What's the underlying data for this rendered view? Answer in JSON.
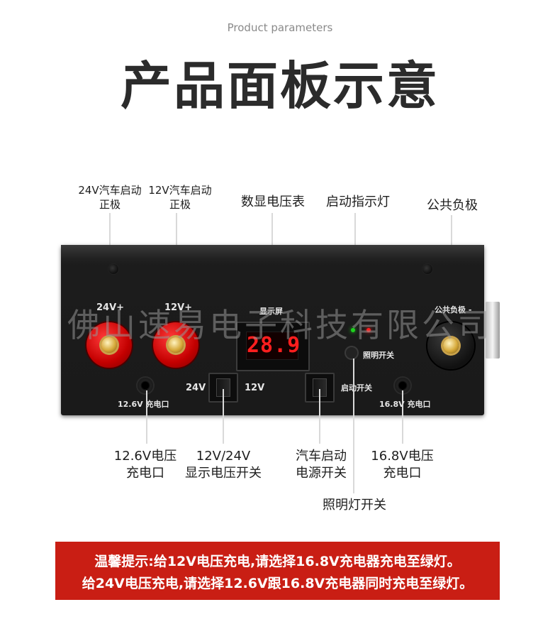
{
  "header": {
    "subtitle": "Product parameters",
    "title": "产品面板示意"
  },
  "callouts": {
    "pos24": {
      "line1": "24V汽车启动",
      "line2": "正极"
    },
    "pos12": {
      "line1": "12V汽车启动",
      "line2": "正极"
    },
    "voltmeter": "数显电压表",
    "start_indicator": "启动指示灯",
    "common_negative": "公共负极",
    "port126": {
      "line1": "12.6V电压",
      "line2": "充电口"
    },
    "display_switch": {
      "line1": "12V/24V",
      "line2": "显示电压开关"
    },
    "start_power": {
      "line1": "汽车启动",
      "line2": "电源开关"
    },
    "port168": {
      "line1": "16.8V电压",
      "line2": "充电口"
    },
    "light_switch": "照明灯开关"
  },
  "panel": {
    "label_24v_pos": "24V+",
    "label_12v_pos": "12V+",
    "label_display": "显示屏",
    "display_value": "28.9",
    "label_common_neg": "公共负极 -",
    "label_light": "照明开关",
    "label_24v": "24V",
    "label_12v": "12V",
    "label_start_switch": "启动开关",
    "label_port126": "12.6V 充电口",
    "label_port168": "16.8V 充电口",
    "led_green": "#1ed21e",
    "led_red": "#ff2020"
  },
  "watermark": "佛山速易电子科技有限公司",
  "notice": {
    "line1": "温馨提示:给12V电压充电,请选择16.8V充电器充电至绿灯。",
    "line2": "给24V电压充电,请选择12.6V跟16.8V充电器同时充电至绿灯。",
    "background": "#c91e14"
  }
}
